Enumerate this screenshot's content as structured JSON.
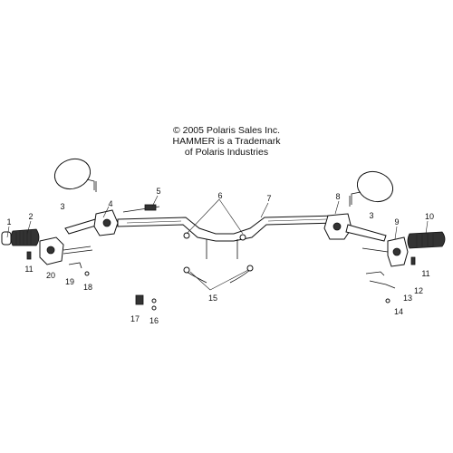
{
  "notice": {
    "line1": "© 2005 Polaris Sales Inc.",
    "line2": "HAMMER is a Trademark",
    "line3": "of Polaris Industries"
  },
  "callouts": {
    "c1": "1",
    "c2": "2",
    "c3a": "3",
    "c3b": "3",
    "c4": "4",
    "c5": "5",
    "c6": "6",
    "c7": "7",
    "c8": "8",
    "c9": "9",
    "c10": "10",
    "c11a": "11",
    "c11b": "11",
    "c12": "12",
    "c13": "13",
    "c14": "14",
    "c15": "15",
    "c16": "16",
    "c17": "17",
    "c18": "18",
    "c19": "19",
    "c20": "20"
  }
}
